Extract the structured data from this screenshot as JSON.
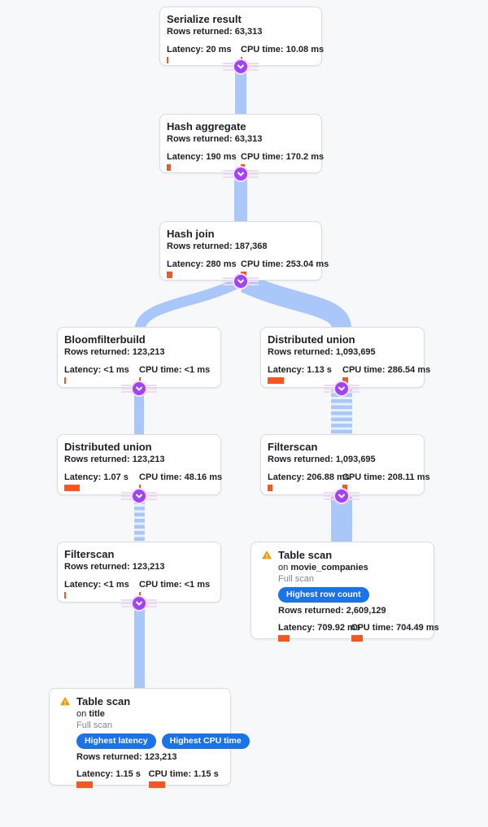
{
  "colors": {
    "background": "#f7f8fa",
    "card_border": "#dadce0",
    "edge_blue": "#a9c7f9",
    "joint_purple": "#a142f4",
    "metric_bar_orange": "#fb551e",
    "badge_blue": "#1a73e8",
    "warning_orange": "#f29900",
    "secondary_text": "#80868b"
  },
  "nodes": [
    {
      "title": "Serialize result",
      "rows": "Rows returned: 63,313",
      "latency": "Latency: 20 ms",
      "cpu": "CPU time: 10.08 ms",
      "latency_bar": 2,
      "cpu_bar": 2
    },
    {
      "title": "Hash aggregate",
      "rows": "Rows returned: 63,313",
      "latency": "Latency: 190 ms",
      "cpu": "CPU time: 170.2 ms",
      "latency_bar": 5,
      "cpu_bar": 5
    },
    {
      "title": "Hash join",
      "rows": "Rows returned: 187,368",
      "latency": "Latency: 280 ms",
      "cpu": "CPU time: 253.04 ms",
      "latency_bar": 7,
      "cpu_bar": 7
    },
    {
      "title": "Bloomfilterbuild",
      "rows": "Rows returned: 123,213",
      "latency": "Latency: <1 ms",
      "cpu": "CPU time: <1 ms",
      "latency_bar": 2,
      "cpu_bar": 2
    },
    {
      "title": "Distributed union",
      "rows": "Rows returned: 1,093,695",
      "latency": "Latency: 1.13 s",
      "cpu": "CPU time: 286.54 ms",
      "latency_bar": 20,
      "cpu_bar": 7
    },
    {
      "title": "Distributed union",
      "rows": "Rows returned: 123,213",
      "latency": "Latency: 1.07 s",
      "cpu": "CPU time: 48.16 ms",
      "latency_bar": 19,
      "cpu_bar": 2
    },
    {
      "title": "Filterscan",
      "rows": "Rows returned: 1,093,695",
      "latency": "Latency: 206.88 ms",
      "cpu": "CPU time: 208.11 ms",
      "latency_bar": 6,
      "cpu_bar": 6
    },
    {
      "title": "Filterscan",
      "rows": "Rows returned: 123,213",
      "latency": "Latency: <1 ms",
      "cpu": "CPU time: <1 ms",
      "latency_bar": 2,
      "cpu_bar": 2
    },
    {
      "title": "Table scan",
      "on_prefix": "on",
      "table": "movie_companies",
      "scan_type": "Full scan",
      "badges": [
        "Highest row count"
      ],
      "rows": "Rows returned: 2,609,129",
      "latency": "Latency: 709.92 ms",
      "cpu": "CPU time: 704.49 ms",
      "latency_bar": 14,
      "cpu_bar": 14
    },
    {
      "title": "Table scan",
      "on_prefix": "on",
      "table": "title",
      "scan_type": "Full scan",
      "badges": [
        "Highest latency",
        "Highest CPU time"
      ],
      "rows": "Rows returned: 123,213",
      "latency": "Latency: 1.15 s",
      "cpu": "CPU time: 1.15 s",
      "latency_bar": 20,
      "cpu_bar": 20
    }
  ]
}
